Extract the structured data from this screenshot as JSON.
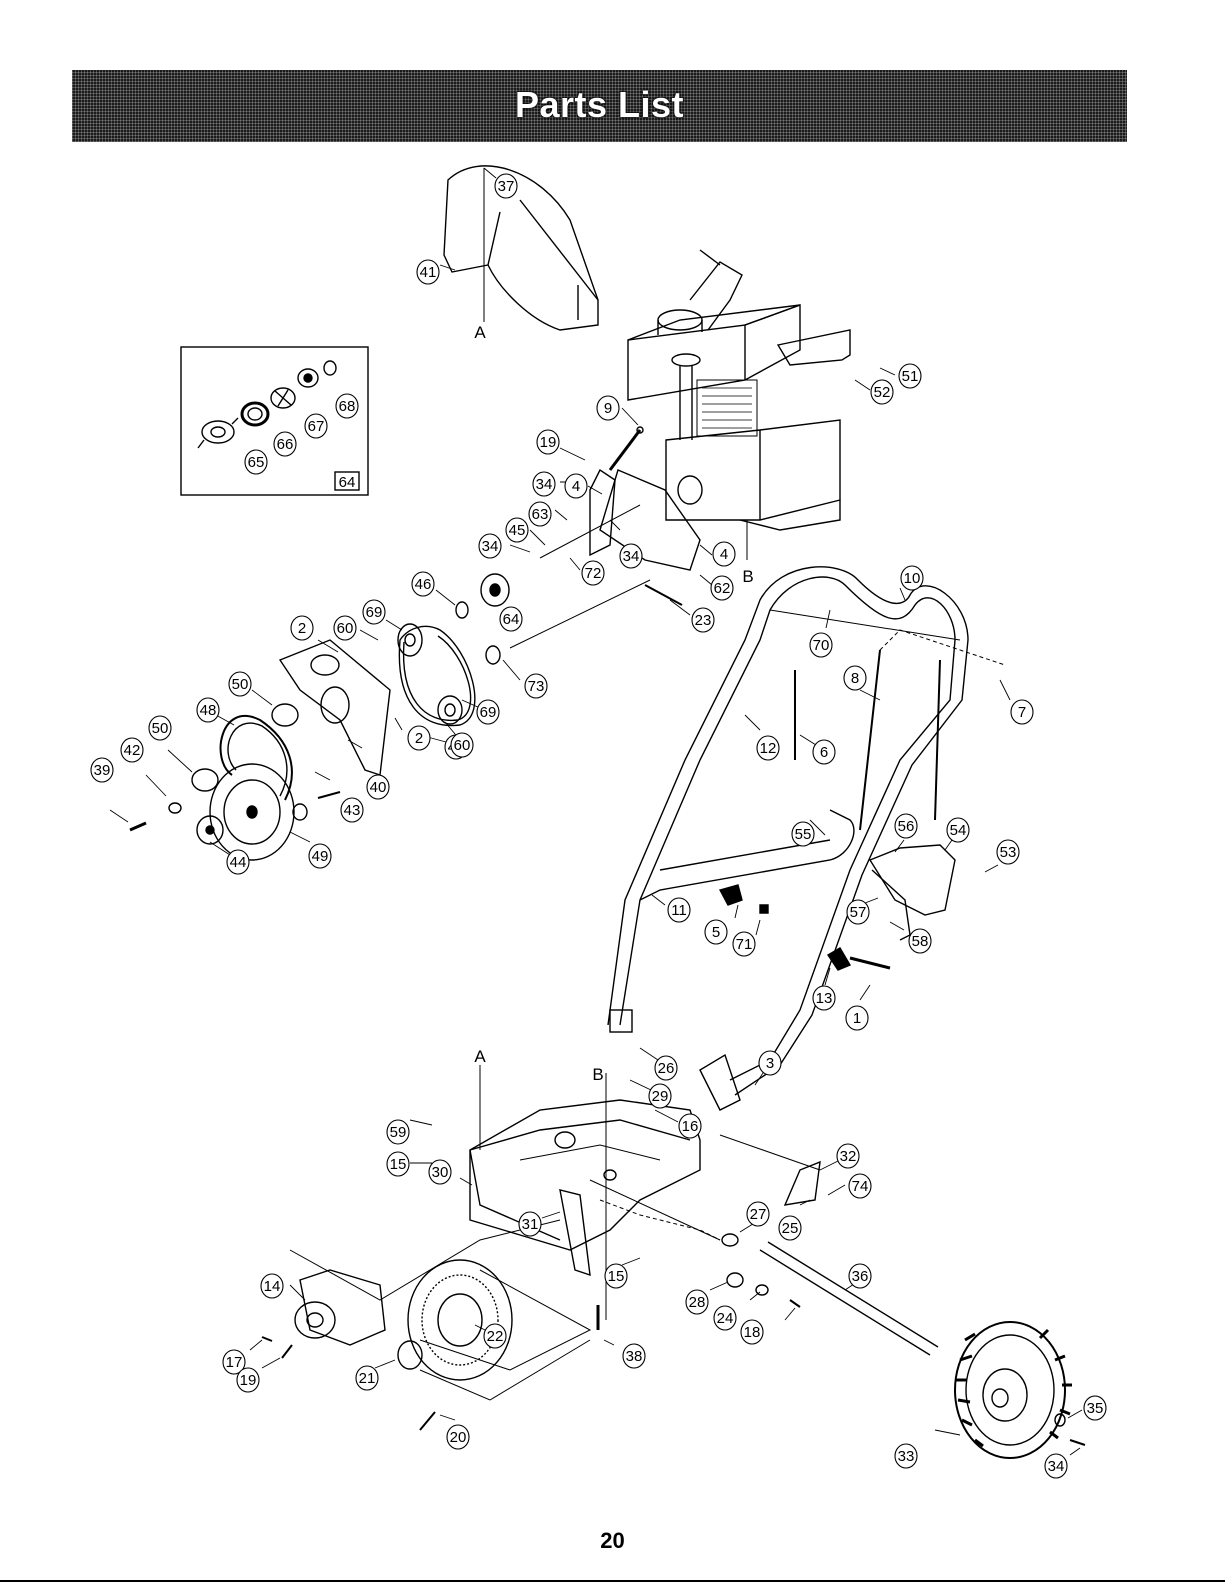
{
  "header": {
    "title": "Parts List",
    "banner_color": "#1b1b1b"
  },
  "footer": {
    "page_number": "20"
  },
  "inset": {
    "label": "64",
    "callouts": [
      "65",
      "66",
      "67",
      "68"
    ]
  },
  "reference_letters": [
    "A",
    "A",
    "B",
    "B"
  ],
  "callouts": {
    "c37": "37",
    "c41": "41",
    "c51": "51",
    "c52": "52",
    "c9": "9",
    "c19a": "19",
    "c34a": "34",
    "c4a": "4",
    "c63": "63",
    "c45": "45",
    "c34b": "34",
    "c34c": "34",
    "c72": "72",
    "c4b": "4",
    "c62": "62",
    "c23": "23",
    "c46": "46",
    "c64": "64",
    "c69a": "69",
    "c60a": "60",
    "c2a": "2",
    "c73": "73",
    "c50a": "50",
    "c48": "48",
    "c47": "47",
    "c69b": "69",
    "c2b": "2",
    "c60b": "60",
    "c50b": "50",
    "c42": "42",
    "c39": "39",
    "c40": "40",
    "c43": "43",
    "c44": "44",
    "c49": "49",
    "c10": "10",
    "c70": "70",
    "c8": "8",
    "c7": "7",
    "c12": "12",
    "c6": "6",
    "c55": "55",
    "c56": "56",
    "c54": "54",
    "c53": "53",
    "c57": "57",
    "c58": "58",
    "c11": "11",
    "c5": "5",
    "c71": "71",
    "c13": "13",
    "c1": "1",
    "c26": "26",
    "c3": "3",
    "c29": "29",
    "c16": "16",
    "c59": "59",
    "c15a": "15",
    "c30": "30",
    "c32": "32",
    "c74": "74",
    "c27": "27",
    "c25": "25",
    "c31": "31",
    "c15b": "15",
    "c36": "36",
    "c28": "28",
    "c24": "24",
    "c18": "18",
    "c14": "14",
    "c22": "22",
    "c38": "38",
    "c17": "17",
    "c19b": "19",
    "c21": "21",
    "c20": "20",
    "c33": "33",
    "c35": "35",
    "c34d": "34"
  }
}
